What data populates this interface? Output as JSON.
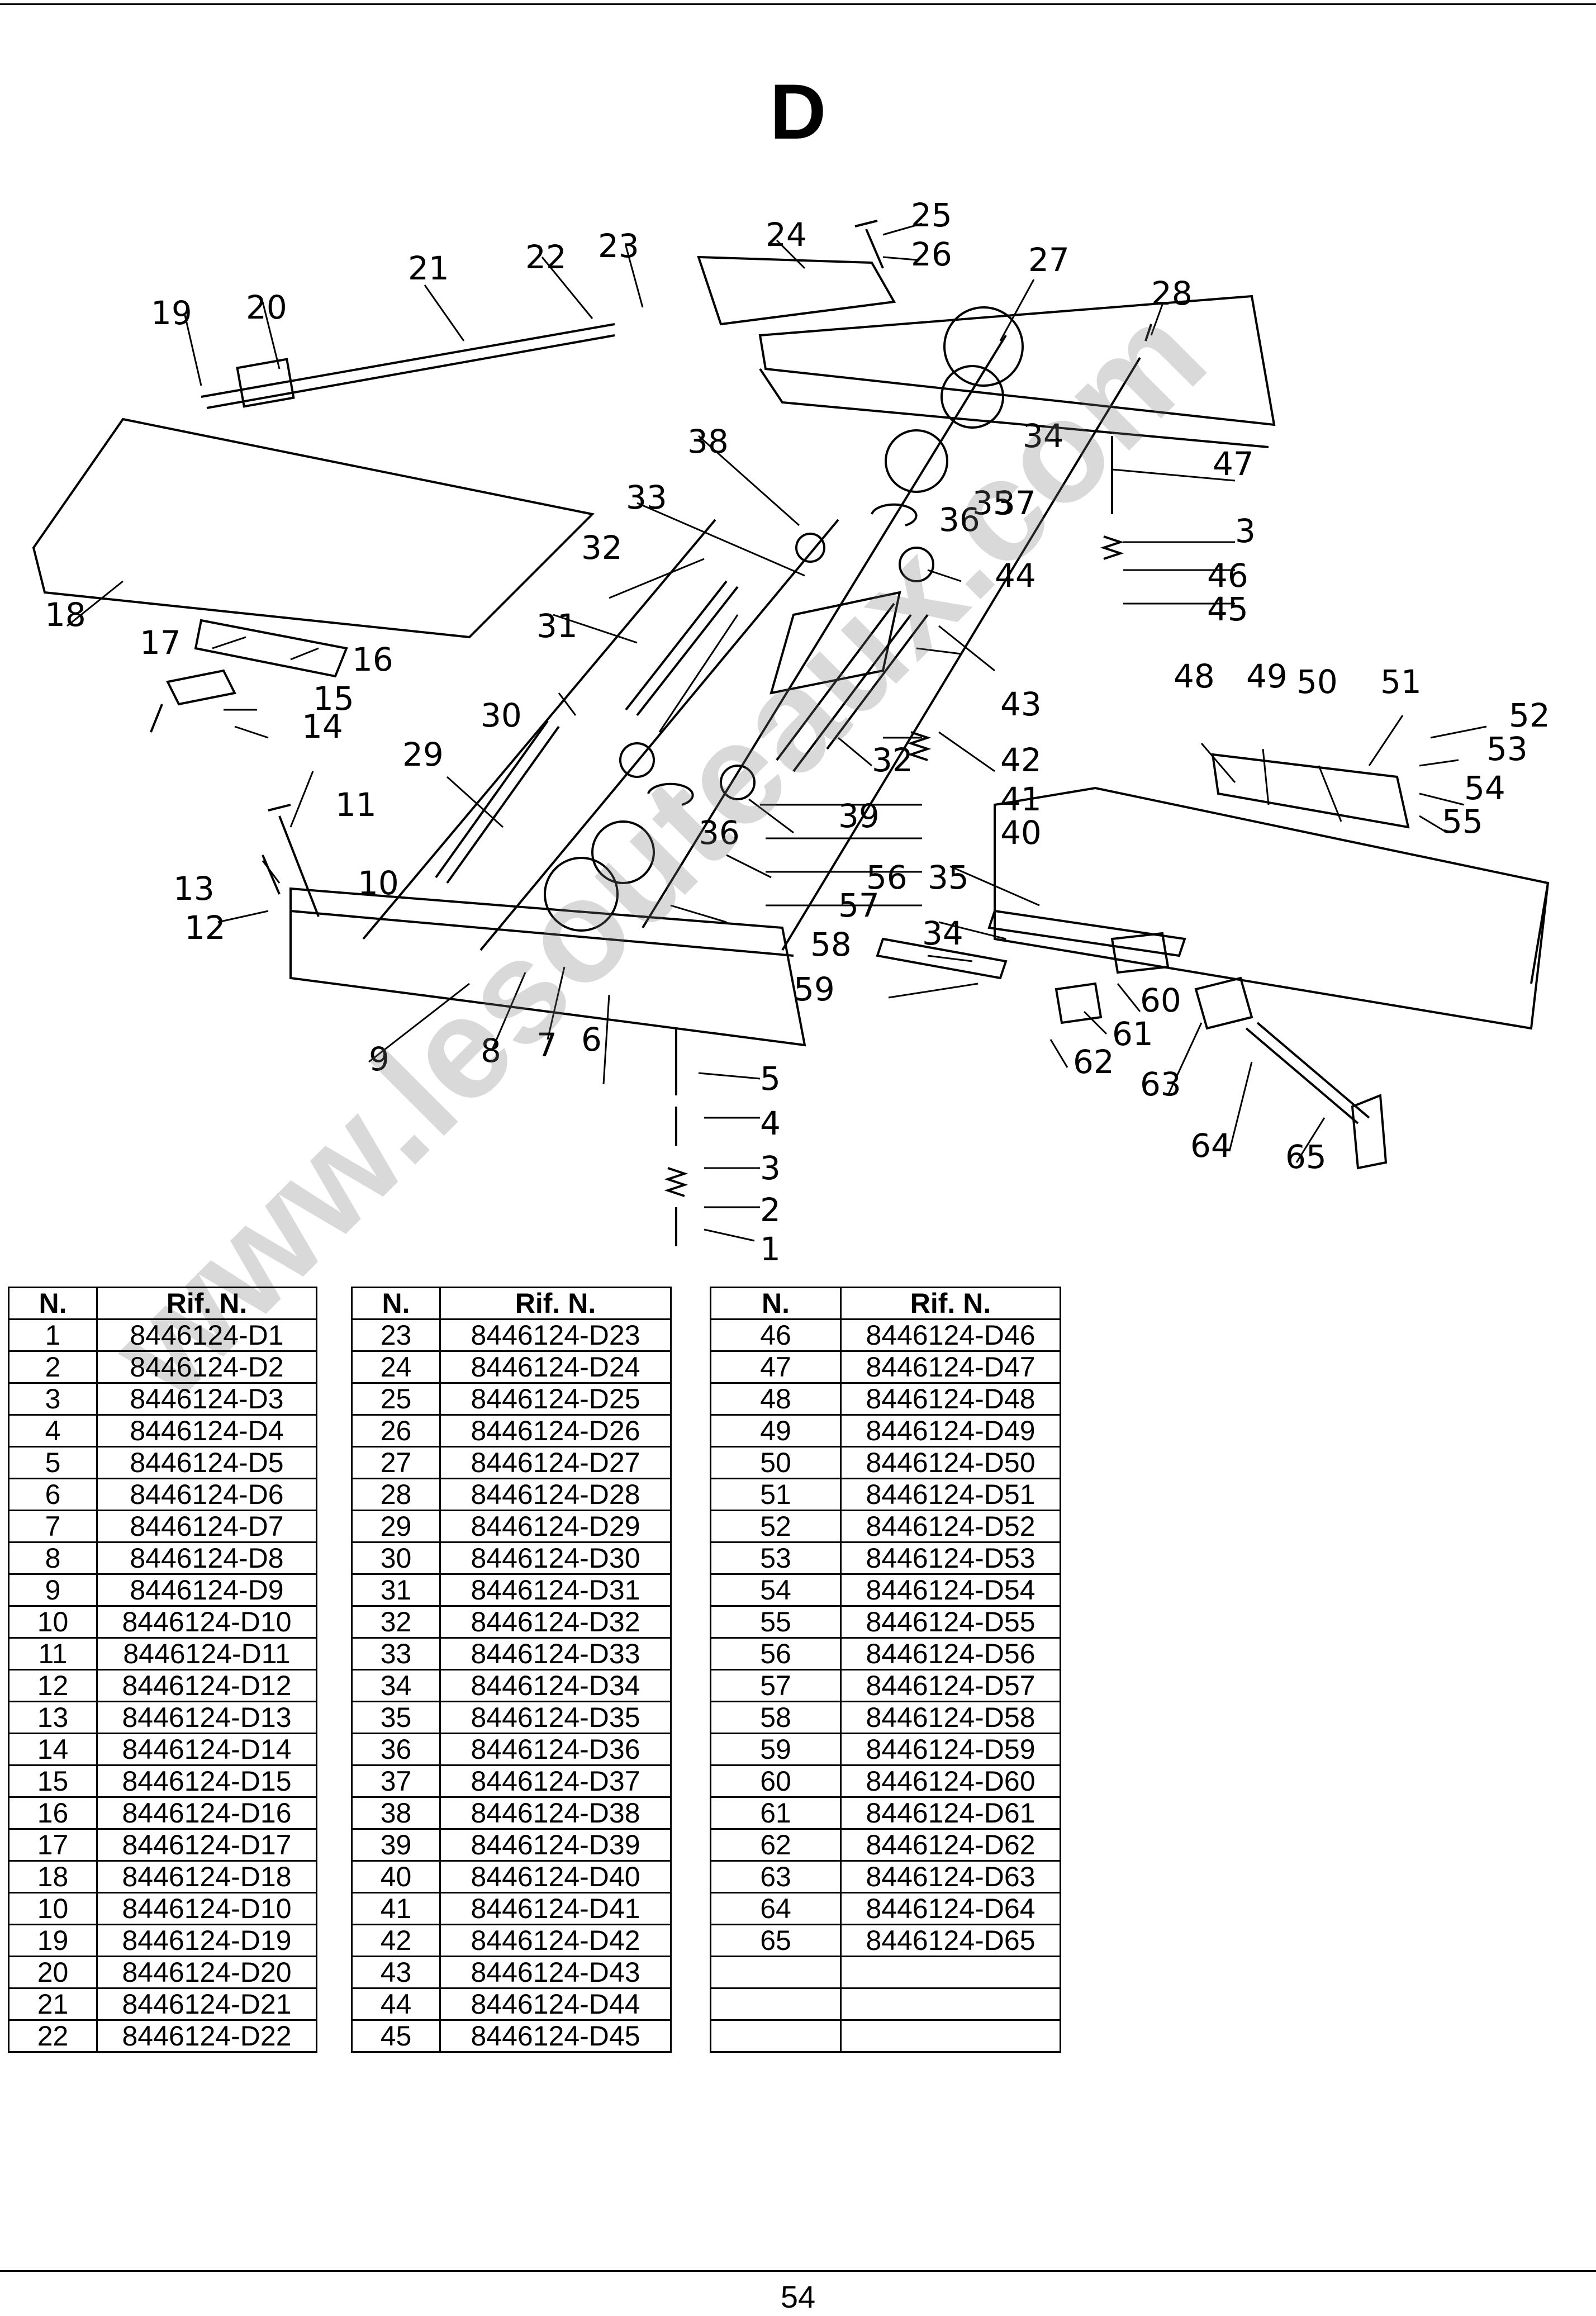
{
  "page": {
    "title": "D",
    "page_number": "54",
    "watermark": "www.lesouteaux.com"
  },
  "callouts": [
    "1",
    "2",
    "3",
    "3",
    "4",
    "5",
    "6",
    "7",
    "8",
    "9",
    "10",
    "11",
    "12",
    "13",
    "14",
    "15",
    "16",
    "17",
    "18",
    "19",
    "20",
    "21",
    "22",
    "23",
    "24",
    "25",
    "26",
    "27",
    "28",
    "29",
    "30",
    "31",
    "32",
    "32",
    "33",
    "34",
    "34",
    "35",
    "35",
    "36",
    "36",
    "37",
    "38",
    "39",
    "40",
    "41",
    "42",
    "43",
    "44",
    "45",
    "46",
    "47",
    "48",
    "49",
    "50",
    "51",
    "52",
    "53",
    "54",
    "55",
    "56",
    "57",
    "58",
    "59",
    "60",
    "61",
    "62",
    "63",
    "64",
    "65"
  ],
  "table_headers": {
    "n": "N.",
    "rif": "Rif. N."
  },
  "tables": [
    [
      [
        "1",
        "8446124-D1"
      ],
      [
        "2",
        "8446124-D2"
      ],
      [
        "3",
        "8446124-D3"
      ],
      [
        "4",
        "8446124-D4"
      ],
      [
        "5",
        "8446124-D5"
      ],
      [
        "6",
        "8446124-D6"
      ],
      [
        "7",
        "8446124-D7"
      ],
      [
        "8",
        "8446124-D8"
      ],
      [
        "9",
        "8446124-D9"
      ],
      [
        "10",
        "8446124-D10"
      ],
      [
        "11",
        "8446124-D11"
      ],
      [
        "12",
        "8446124-D12"
      ],
      [
        "13",
        "8446124-D13"
      ],
      [
        "14",
        "8446124-D14"
      ],
      [
        "15",
        "8446124-D15"
      ],
      [
        "16",
        "8446124-D16"
      ],
      [
        "17",
        "8446124-D17"
      ],
      [
        "18",
        "8446124-D18"
      ],
      [
        "10",
        "8446124-D10"
      ],
      [
        "19",
        "8446124-D19"
      ],
      [
        "20",
        "8446124-D20"
      ],
      [
        "21",
        "8446124-D21"
      ],
      [
        "22",
        "8446124-D22"
      ]
    ],
    [
      [
        "23",
        "8446124-D23"
      ],
      [
        "24",
        "8446124-D24"
      ],
      [
        "25",
        "8446124-D25"
      ],
      [
        "26",
        "8446124-D26"
      ],
      [
        "27",
        "8446124-D27"
      ],
      [
        "28",
        "8446124-D28"
      ],
      [
        "29",
        "8446124-D29"
      ],
      [
        "30",
        "8446124-D30"
      ],
      [
        "31",
        "8446124-D31"
      ],
      [
        "32",
        "8446124-D32"
      ],
      [
        "33",
        "8446124-D33"
      ],
      [
        "34",
        "8446124-D34"
      ],
      [
        "35",
        "8446124-D35"
      ],
      [
        "36",
        "8446124-D36"
      ],
      [
        "37",
        "8446124-D37"
      ],
      [
        "38",
        "8446124-D38"
      ],
      [
        "39",
        "8446124-D39"
      ],
      [
        "40",
        "8446124-D40"
      ],
      [
        "41",
        "8446124-D41"
      ],
      [
        "42",
        "8446124-D42"
      ],
      [
        "43",
        "8446124-D43"
      ],
      [
        "44",
        "8446124-D44"
      ],
      [
        "45",
        "8446124-D45"
      ]
    ],
    [
      [
        "46",
        "8446124-D46"
      ],
      [
        "47",
        "8446124-D47"
      ],
      [
        "48",
        "8446124-D48"
      ],
      [
        "49",
        "8446124-D49"
      ],
      [
        "50",
        "8446124-D50"
      ],
      [
        "51",
        "8446124-D51"
      ],
      [
        "52",
        "8446124-D52"
      ],
      [
        "53",
        "8446124-D53"
      ],
      [
        "54",
        "8446124-D54"
      ],
      [
        "55",
        "8446124-D55"
      ],
      [
        "56",
        "8446124-D56"
      ],
      [
        "57",
        "8446124-D57"
      ],
      [
        "58",
        "8446124-D58"
      ],
      [
        "59",
        "8446124-D59"
      ],
      [
        "60",
        "8446124-D60"
      ],
      [
        "61",
        "8446124-D61"
      ],
      [
        "62",
        "8446124-D62"
      ],
      [
        "63",
        "8446124-D63"
      ],
      [
        "64",
        "8446124-D64"
      ],
      [
        "65",
        "8446124-D65"
      ],
      [
        "",
        ""
      ],
      [
        "",
        ""
      ],
      [
        "",
        ""
      ]
    ]
  ]
}
